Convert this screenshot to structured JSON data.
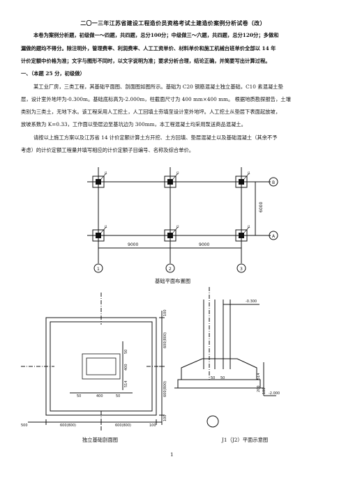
{
  "title": "二〇一三年江苏省建设工程造价员资格考试土建造价案例分析试卷（改）",
  "intro": {
    "line1": "本卷为案例分析题，初级做一～四题，共四题，总分100分；中级做三～六题，共四题，总分120分；多做和",
    "line2": "漏做的题均不得分。除注明外，管理费率、利润费率、人工工资单价、材料单价和施工机械台班单价全部以 14 年",
    "line3": "计价定额中价格为准；文字与图形不同时，以文字说明为准；要求分析合理，结论正确，并简要写出计算过程。"
  },
  "section1": "一、（本题 25 分，初级做）",
  "body": {
    "p1_l1": "某工业厂房，三类工程，其基础平面图、剖面图如图所示。基础为 C20 钢筋混凝土独立基础，C10 素混凝土垫",
    "p1_l2": "层，设计室外地坪为-0.300m。基础底标高为-2.000m，柱截面尺寸为 400 mm×400 mm。 根据地质勘探报告，土壤",
    "p1_l3": "类别为三类土，无地下水。该工程采用人工挖土，人工回填土夯填至设计室外地坪。人工挖土从垫层下表面起放坡，",
    "p1_l4": "放坡系数为 K=0.33，工作面以垫层边至基坑边为 300mm，本工程混凝土均采用泵送商品混凝土。",
    "p2_l1": "请按以上施工方案以及江苏省 14 计价定额计算土方开挖、土方回填、垫层混凝土以及基础混凝土（其余不予",
    "p2_l2": "考虑）的计价定额工程量并填写相应的计价定额子目编号、名称及综合单价。"
  },
  "plan": {
    "caption": "基础平面布置图",
    "dim_x1": "9000",
    "dim_x2": "9000",
    "dim_y": "6000",
    "axes_num": [
      "1",
      "2",
      "3"
    ],
    "axes_letter": [
      "B",
      "A"
    ],
    "col_tags": [
      "J1",
      "J2",
      "J1",
      "J1",
      "J2",
      "J1"
    ]
  },
  "section_left": {
    "caption": "独立基础剖面图",
    "dims_bottom": [
      "500",
      "600(800)",
      "600(800)",
      "100"
    ],
    "dims_right": [
      "100",
      "600(800)",
      "400",
      "600(800)",
      "100"
    ],
    "dims_inner": [
      "50",
      "400",
      "50"
    ],
    "dim_50": "50",
    "dim_514": "514"
  },
  "section_right": {
    "caption": "J1（J2）平面示意图",
    "elev_top": "-0.300",
    "elev_bottom": "-2.000",
    "dims": [
      "50",
      "50",
      "514",
      "200",
      "100"
    ]
  },
  "page_number": "1"
}
